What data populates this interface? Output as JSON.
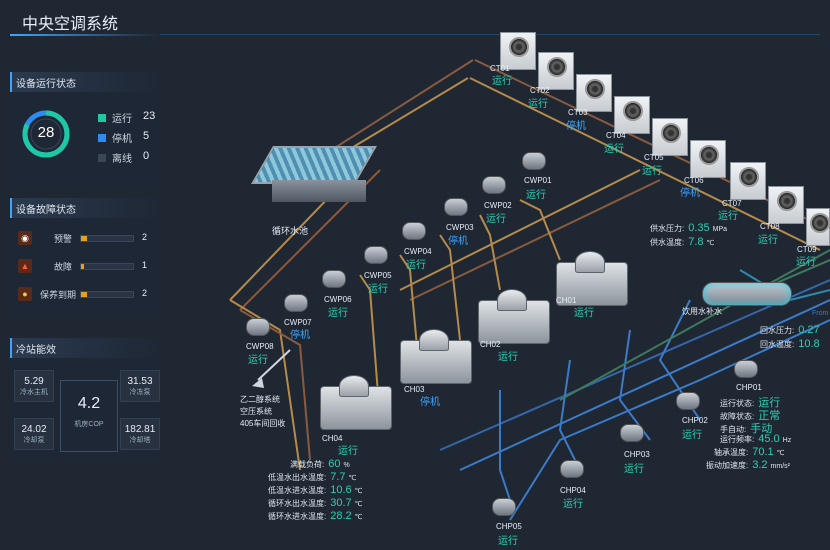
{
  "app": {
    "title": "中央空调系统"
  },
  "status": {
    "header": "设备运行状态",
    "total": "28",
    "items": [
      {
        "label": "运行",
        "value": "23",
        "color": "#1fc8a4"
      },
      {
        "label": "停机",
        "value": "5",
        "color": "#2c8cf0"
      },
      {
        "label": "离线",
        "value": "0",
        "color": "#3a4556"
      }
    ]
  },
  "faults": {
    "header": "设备故障状态",
    "items": [
      {
        "label": "预警",
        "value": "2",
        "icon": "alarm-icon",
        "fill": 0.12
      },
      {
        "label": "故障",
        "value": "1",
        "icon": "warning-icon",
        "fill": 0.06
      },
      {
        "label": "保养到期",
        "value": "2",
        "icon": "maintenance-icon",
        "fill": 0.12
      }
    ]
  },
  "energy": {
    "header": "冷站能效",
    "cells": [
      {
        "value": "5.29",
        "label": "冷水主机"
      },
      {
        "value": "31.53",
        "label": "冷冻泵"
      },
      {
        "value": "24.02",
        "label": "冷却泵"
      },
      {
        "value": "182.81",
        "label": "冷却塔"
      }
    ],
    "cop": {
      "value": "4.2",
      "label": "机房COP"
    }
  },
  "towers": [
    {
      "name": "CT01",
      "state": "运行"
    },
    {
      "name": "CT02",
      "state": "运行"
    },
    {
      "name": "CT03",
      "state": "停机"
    },
    {
      "name": "CT04",
      "state": "运行"
    },
    {
      "name": "CT05",
      "state": "运行"
    },
    {
      "name": "CT06",
      "state": "停机"
    },
    {
      "name": "CT07",
      "state": "运行"
    },
    {
      "name": "CT08",
      "state": "运行"
    },
    {
      "name": "CT09",
      "state": "运行"
    }
  ],
  "cwps": [
    {
      "name": "CWP01",
      "state": "运行"
    },
    {
      "name": "CWP02",
      "state": "运行"
    },
    {
      "name": "CWP03",
      "state": "停机"
    },
    {
      "name": "CWP04",
      "state": "运行"
    },
    {
      "name": "CWP05",
      "state": "运行"
    },
    {
      "name": "CWP06",
      "state": "运行"
    },
    {
      "name": "CWP07",
      "state": "停机"
    },
    {
      "name": "CWP08",
      "state": "运行"
    }
  ],
  "chillers": [
    {
      "name": "CH01",
      "state": "运行"
    },
    {
      "name": "CH02",
      "state": "运行"
    },
    {
      "name": "CH03",
      "state": "停机"
    },
    {
      "name": "CH04",
      "state": "运行"
    }
  ],
  "chps": [
    {
      "name": "CHP01",
      "state": "运行"
    },
    {
      "name": "CHP02",
      "state": "运行"
    },
    {
      "name": "CHP03",
      "state": "运行"
    },
    {
      "name": "CHP04",
      "state": "运行"
    },
    {
      "name": "CHP05",
      "state": "运行"
    }
  ],
  "pool": {
    "label": "循环水池"
  },
  "glycol": {
    "line1": "乙二醇系统",
    "line2": "空压系统",
    "line3": "405车间回收"
  },
  "drinking": {
    "label": "饮用水补水"
  },
  "supply": {
    "pressure_label": "供水压力:",
    "pressure": "0.35",
    "pressure_unit": "MPa",
    "temp_label": "供水温度:",
    "temp": "7.8",
    "temp_unit": "℃"
  },
  "ret": {
    "pressure_label": "回水压力:",
    "pressure": "0.27",
    "temp_label": "回水温度:",
    "temp": "10.8",
    "from": "From"
  },
  "ch04_info": [
    {
      "label": "满载负荷:",
      "value": "60",
      "unit": "%"
    },
    {
      "label": "低温水出水温度:",
      "value": "7.7",
      "unit": "℃"
    },
    {
      "label": "低温水进水温度:",
      "value": "10.6",
      "unit": "℃"
    },
    {
      "label": "循环水出水温度:",
      "value": "30.7",
      "unit": "℃"
    },
    {
      "label": "循环水进水温度:",
      "value": "28.2",
      "unit": "℃"
    }
  ],
  "chp01_info": [
    {
      "label": "运行状态:",
      "value": "运行",
      "unit": ""
    },
    {
      "label": "故障状态:",
      "value": "正常",
      "unit": ""
    },
    {
      "label": "手自动:",
      "value": "手动",
      "unit": ""
    },
    {
      "label": "运行频率:",
      "value": "45.0",
      "unit": "Hz"
    },
    {
      "label": "轴承温度:",
      "value": "70.1",
      "unit": "℃"
    },
    {
      "label": "振动加速度:",
      "value": "3.2",
      "unit": "mm/s²"
    }
  ]
}
